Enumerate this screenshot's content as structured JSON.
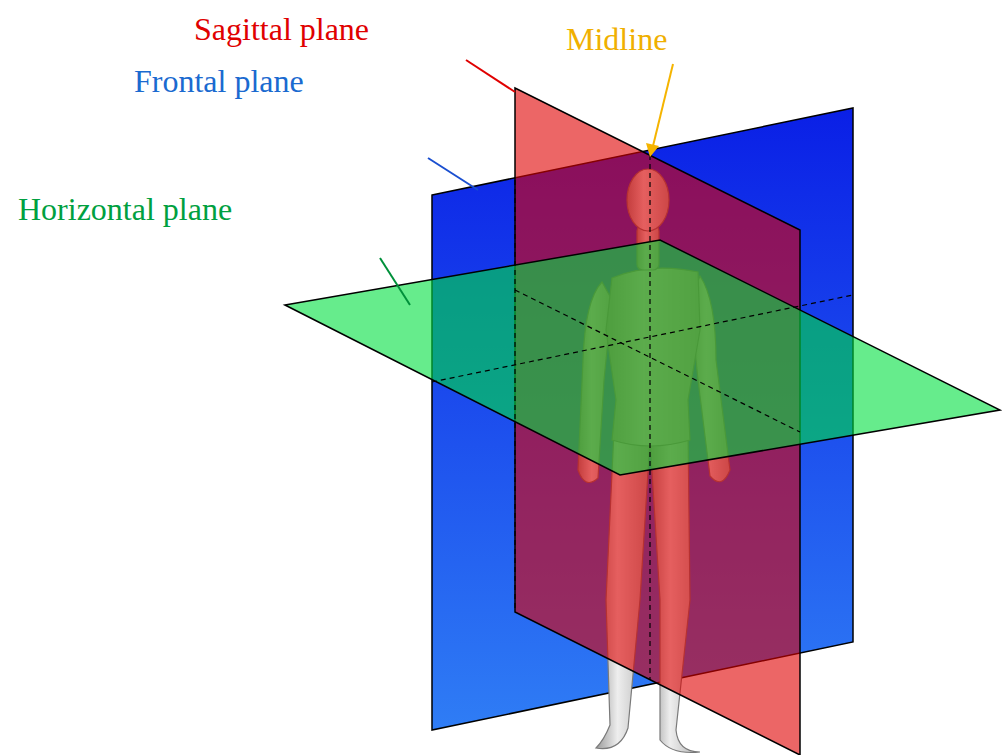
{
  "diagram": {
    "labels": [
      "Sagittal plane",
      "Frontal plane",
      "Horizontal plane",
      "Midline"
    ]
  }
}
